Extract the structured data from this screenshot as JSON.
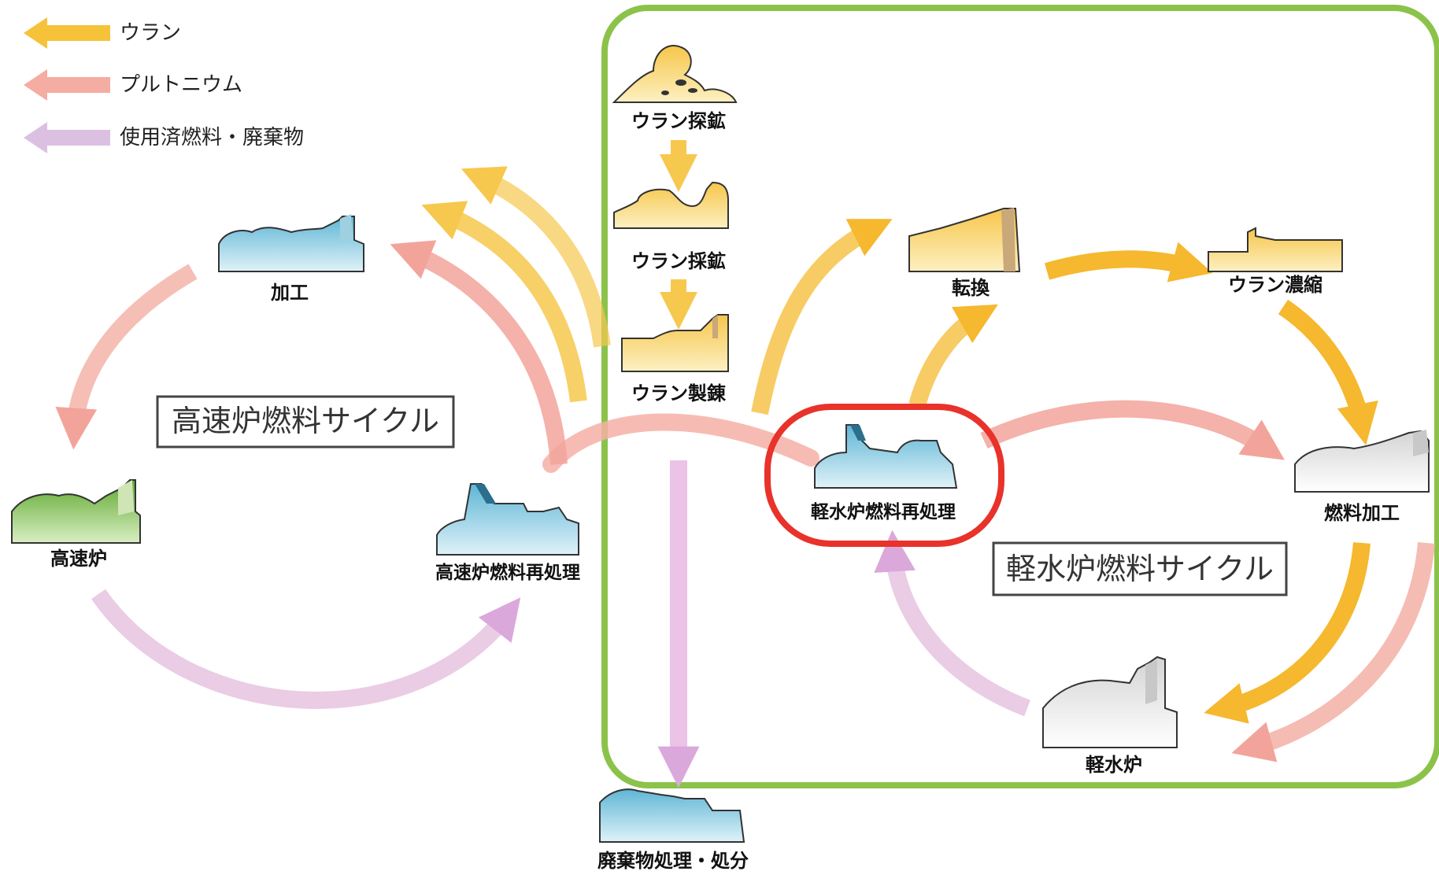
{
  "legend": [
    {
      "label": "ウラン",
      "color": "#f5c23a"
    },
    {
      "label": "プルトニウム",
      "color": "#f2a49b"
    },
    {
      "label": "使用済燃料・廃棄物",
      "color": "#dcb0dd"
    }
  ],
  "cycles": {
    "fast_reactor": "高速炉燃料サイクル",
    "light_water": "軽水炉燃料サイクル"
  },
  "facilities": {
    "uranium_exploration": "ウラン探鉱",
    "uranium_mining": "ウラン採鉱",
    "uranium_refining": "ウラン製錬",
    "conversion": "転換",
    "enrichment": "ウラン濃縮",
    "fuel_fabrication": "燃料加工",
    "light_water_reactor": "軽水炉",
    "lwr_reprocessing": "軽水炉燃料再処理",
    "waste_disposal": "廃棄物処理・処分",
    "fabrication": "加工",
    "fast_reactor": "高速炉",
    "fbr_reprocessing": "高速炉燃料再処理"
  },
  "colors": {
    "uranium": "#f5b82e",
    "plutonium": "#f2a49b",
    "waste": "#dba8db",
    "frame": "#8bc34a",
    "highlight": "#e8322a",
    "building_blue": "#86cbe0",
    "building_yellow": "#f7cf63",
    "building_green": "#7bbf45",
    "building_white": "#f2f2f2"
  }
}
